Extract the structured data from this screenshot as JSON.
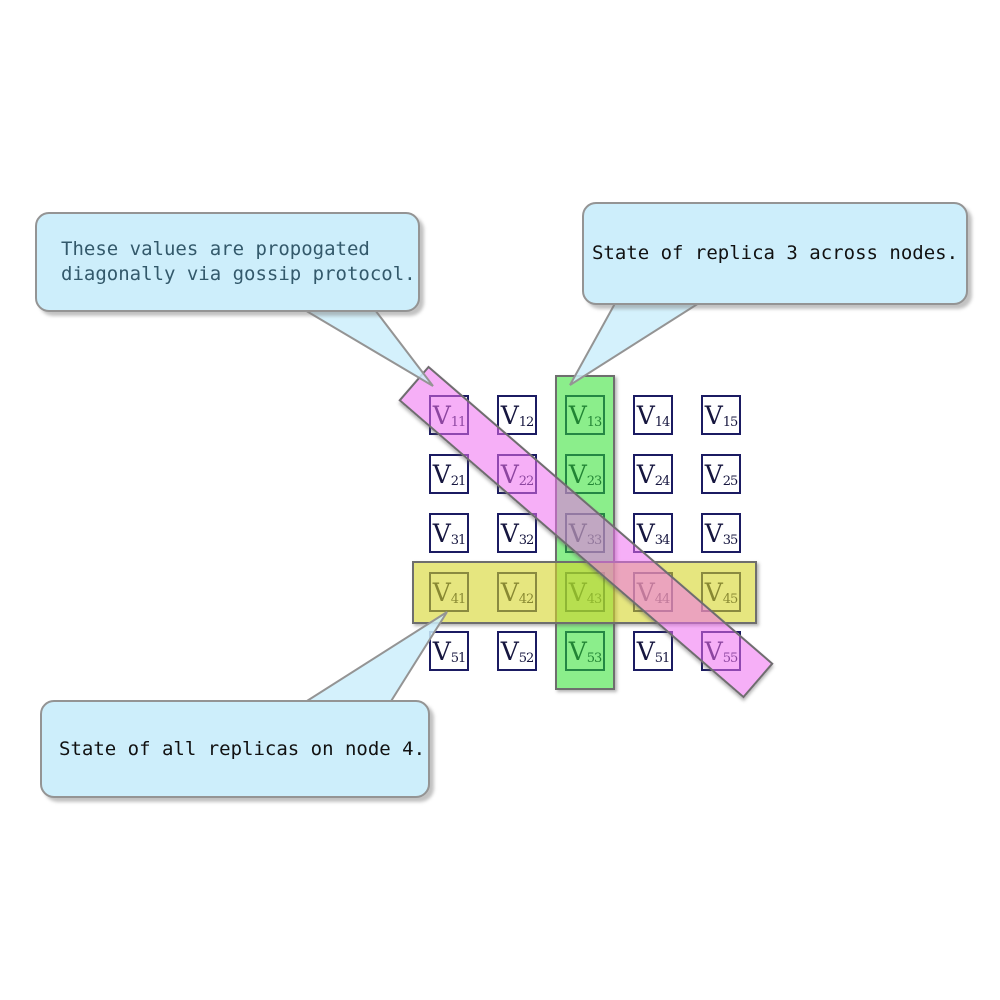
{
  "callouts": {
    "gossip": {
      "text": "These values are propogated\ndiagonally via gossip protocol."
    },
    "replica": {
      "text": "State of replica 3 across nodes."
    },
    "node": {
      "text": "State of all replicas on node 4."
    }
  },
  "matrix": {
    "cell_base": "V",
    "rows": [
      [
        "11",
        "12",
        "13",
        "14",
        "15"
      ],
      [
        "21",
        "22",
        "23",
        "24",
        "25"
      ],
      [
        "31",
        "32",
        "33",
        "34",
        "35"
      ],
      [
        "41",
        "42",
        "43",
        "44",
        "45"
      ],
      [
        "51",
        "52",
        "53",
        "51",
        "55"
      ]
    ]
  },
  "highlights": {
    "green_column": "state of replica 3 across nodes (column 3)",
    "yellow_row": "state of all replicas on node 4 (row 4)",
    "pink_diagonal": "values propagated diagonally via gossip protocol"
  },
  "colors": {
    "callout-fill": "#cdeefb",
    "callout-border": "#949494",
    "gossip-text": "#33596b",
    "callout-text": "#111111",
    "cell-border": "#1b1b62",
    "cell-text": "#16163f",
    "band-border": "#6e6e6e",
    "green-fill": "rgba(44,224,44,0.55)",
    "yellow-fill": "rgba(214,214,42,0.60)",
    "pink-fill": "rgba(238,110,240,0.55)"
  }
}
